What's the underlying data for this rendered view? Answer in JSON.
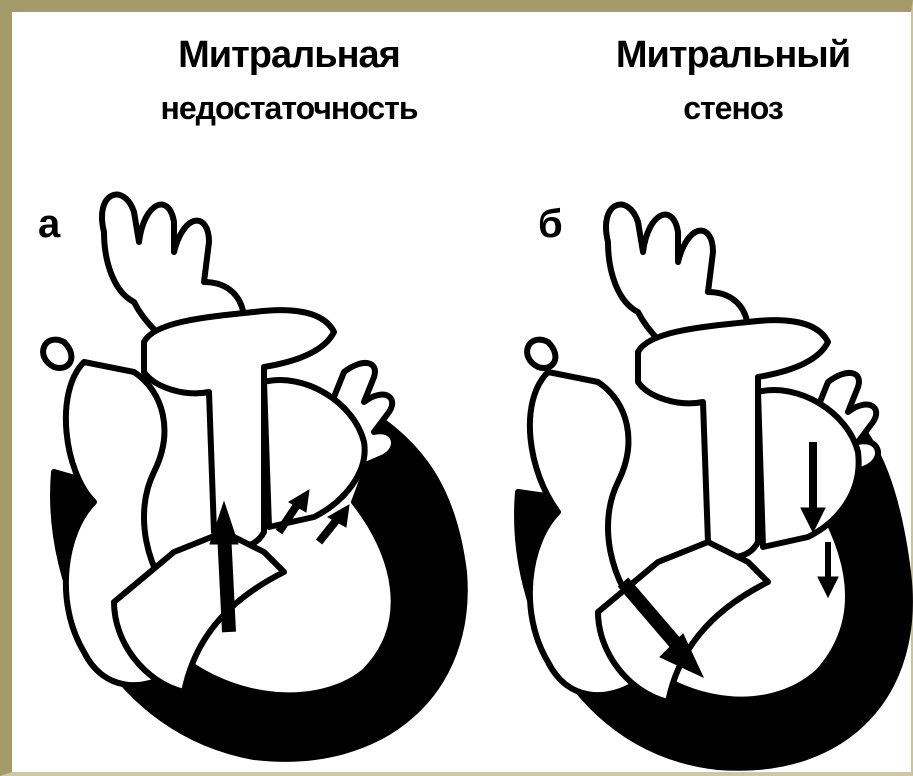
{
  "diagram": {
    "panels": [
      {
        "title_line1": "Митральная",
        "title_line2": "недостаточность",
        "letter": "а"
      },
      {
        "title_line1": "Митральный",
        "title_line2": "стеноз",
        "letter": "б"
      }
    ]
  },
  "colors": {
    "frame": "#a59b6a",
    "ink": "#000000",
    "paper": "#ffffff"
  }
}
